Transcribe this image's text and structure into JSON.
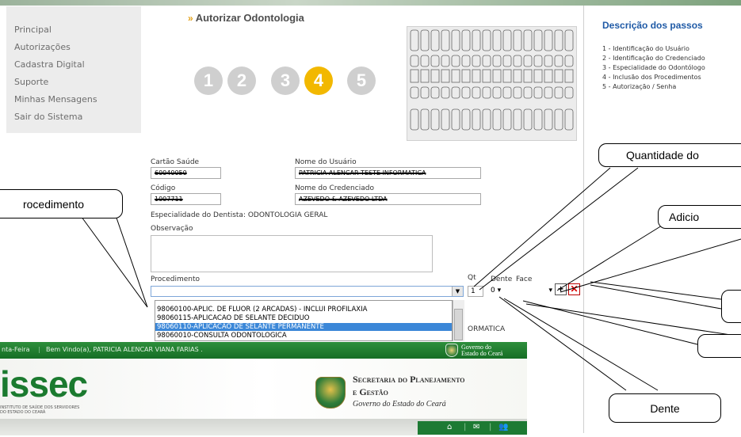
{
  "menu": {
    "items": [
      {
        "label": "Principal"
      },
      {
        "label": "Autorizações"
      },
      {
        "label": "Cadastra Digital"
      },
      {
        "label": "Suporte"
      },
      {
        "label": "Minhas Mensagens"
      },
      {
        "label": "Sair do Sistema"
      }
    ]
  },
  "page": {
    "title": "Autorizar Odontologia",
    "steps": [
      "1",
      "2",
      "3",
      "4",
      "5"
    ],
    "active_step": "4"
  },
  "sidebar": {
    "title": "Descrição dos passos",
    "steps": [
      "1 - Identificação do Usuário",
      "2 - Identificação do Credenciado",
      "3 - Especialidade do Odontólogo",
      "4 - Inclusão dos Procedimentos",
      "5 - Autorização / Senha"
    ]
  },
  "form": {
    "cartao_label": "Cartão Saúde",
    "cartao_value": "60040050",
    "usuario_label": "Nome do Usuário",
    "usuario_value": "PATRICIA ALENCAR TESTE INFORMATICA",
    "codigo_label": "Código",
    "codigo_value": "1007711",
    "credenciado_label": "Nome do Credenciado",
    "credenciado_value": "AZEVEDO & AZEVEDO LTDA",
    "especialidade_text": "Especialidade do Dentista: ODONTOLOGIA GERAL",
    "observacao_label": "Observação",
    "procedimento_label": "Procedimento",
    "qt_label": "Qt",
    "dente_label": "Dente",
    "face_label": "Face",
    "qt_value": "1",
    "dente_value": "0",
    "add_label": "+",
    "remove_label": "✕",
    "options": [
      "98060100-APLIC. DE FLUOR (2 ARCADAS) - INCLUI PROFILAXIA",
      "98060115-APLICACAO DE SELANTE DECIDUO",
      "98060110-APLICACAO DE SELANTE PERMANENTE",
      "98060010-CONSULTA ODONTOLOGICA"
    ],
    "selected_option_index": 2,
    "partial_text": "ORMATICA"
  },
  "banner": {
    "greenbar_day": "nta-Feira",
    "greenbar_welcome": "Bem Vindo(a), PATRICIA ALENCAR VIANA FARIAS .",
    "gov_small_1": "Governo do",
    "gov_small_2": "Estado do Ceará",
    "logo": "issec",
    "logo_sub_1": "INSTITUTO DE SAÚDE DOS SERVIDORES",
    "logo_sub_2": "DO ESTADO DO CEARÁ",
    "secretaria_1": "Secretaria do Planejamento",
    "secretaria_2": "e Gestão",
    "governo": "Governo do Estado do Ceará",
    "icons": [
      "home-icon",
      "mail-icon",
      "people-icon"
    ],
    "accent": "#1b7a2f"
  },
  "callouts": {
    "procedimento": "rocedimento",
    "quantidade": "Quantidade do",
    "adicionar": "Adicio",
    "dente": "Dente"
  },
  "colors": {
    "active_step": "#f2b800",
    "inactive_step": "#cfcfcf",
    "sidebar_title": "#1f5aa6",
    "selection": "#3b87d8"
  }
}
